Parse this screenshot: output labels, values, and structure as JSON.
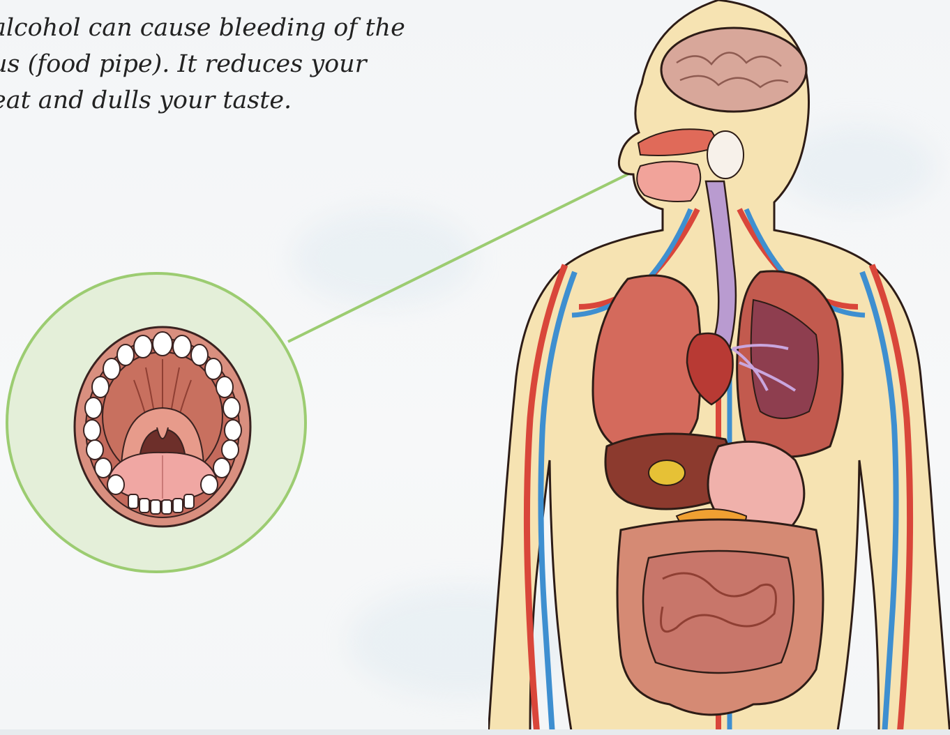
{
  "slide": {
    "text": "alcohol can cause bleeding of the\nus (food pipe). It reduces your\neat and dulls your taste.",
    "connector_color": "#9ccc71",
    "zoom_fill": "#e4efd9"
  },
  "illustrations": {
    "mouth": "open-mouth-illustration",
    "body": "human-body-organs-illustration"
  }
}
